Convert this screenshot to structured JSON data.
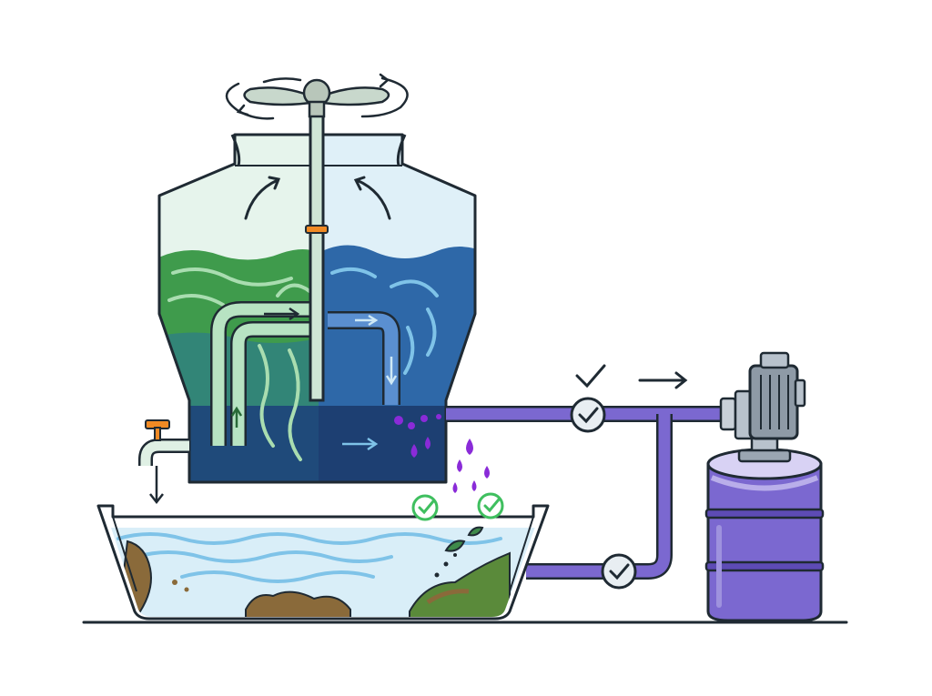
{
  "diagram": {
    "labels": [],
    "components": [
      {
        "name": "cooling-tower",
        "icon": "cooling-tower-icon"
      },
      {
        "name": "fan",
        "icon": "fan-icon"
      },
      {
        "name": "basin",
        "icon": "basin-icon"
      },
      {
        "name": "chemical-barrel",
        "icon": "barrel-icon"
      },
      {
        "name": "pump-motor",
        "icon": "motor-icon"
      },
      {
        "name": "valve-upper",
        "icon": "check-valve-icon"
      },
      {
        "name": "valve-lower",
        "icon": "check-valve-icon"
      },
      {
        "name": "drain-faucet",
        "icon": "faucet-icon"
      }
    ],
    "colors": {
      "outline": "#1f2a33",
      "tower_glass": "#dcefe4",
      "water_green": "#3e9a4a",
      "water_blue": "#2f6aa6",
      "water_dark": "#1d3f72",
      "light_green": "#a9ddb0",
      "light_blue": "#7fc3e8",
      "purple": "#6f5bc4",
      "purple_dark": "#4b3d9a",
      "droplet": "#8a2bd8",
      "orange": "#f08a24",
      "basin_water": "#cfe9f6",
      "sludge": "#8a6a3a",
      "check_green": "#3fbf5f",
      "motor_grey": "#8e9aa6"
    }
  }
}
